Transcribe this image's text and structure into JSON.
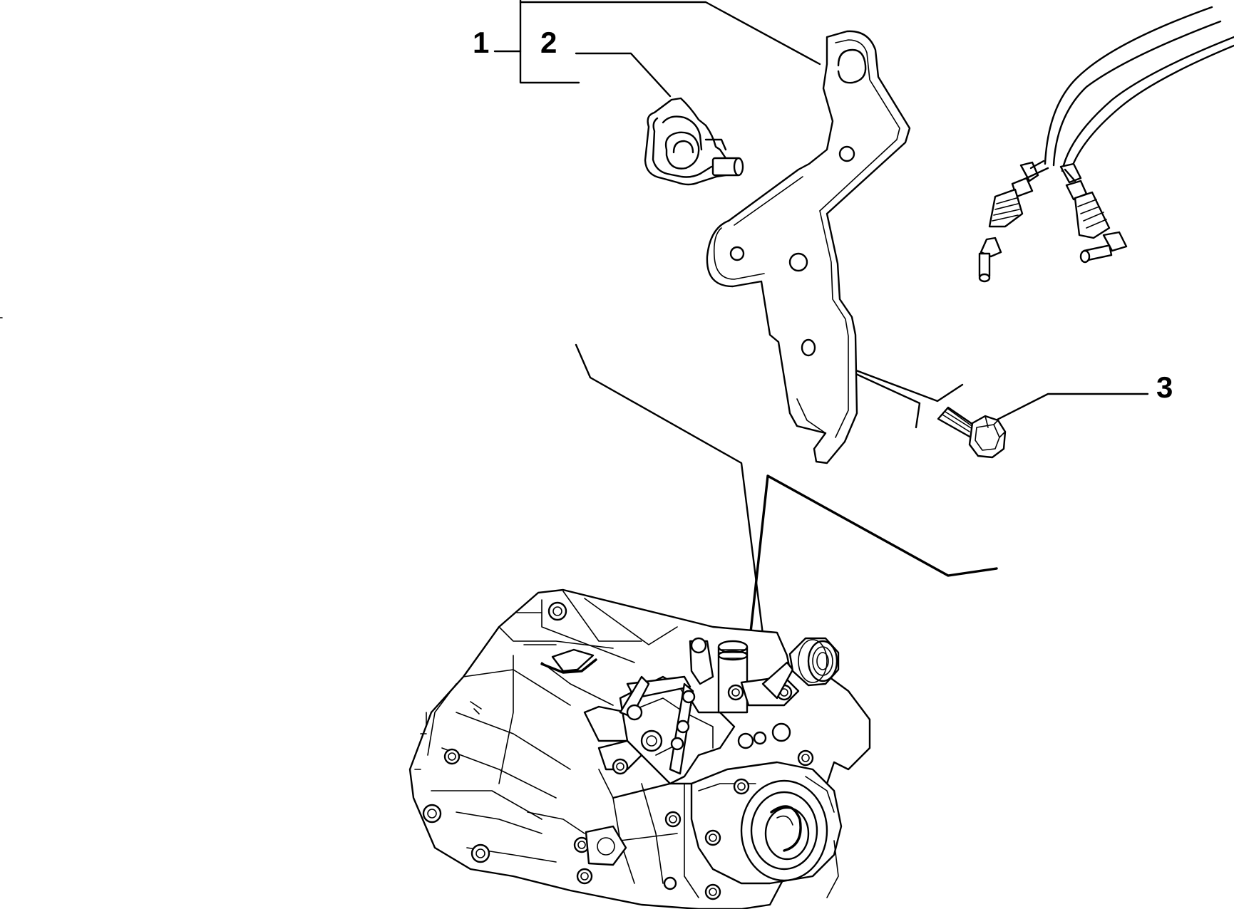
{
  "diagram": {
    "callouts": {
      "c1": "1",
      "c2": "2",
      "c3": "3"
    },
    "parts": [
      {
        "id": "1",
        "name": "bracket-assembly"
      },
      {
        "id": "2",
        "name": "cable-clip"
      },
      {
        "id": "3",
        "name": "flange-bolt"
      }
    ],
    "stroke_color": "#000000",
    "background_color": "#ffffff"
  }
}
